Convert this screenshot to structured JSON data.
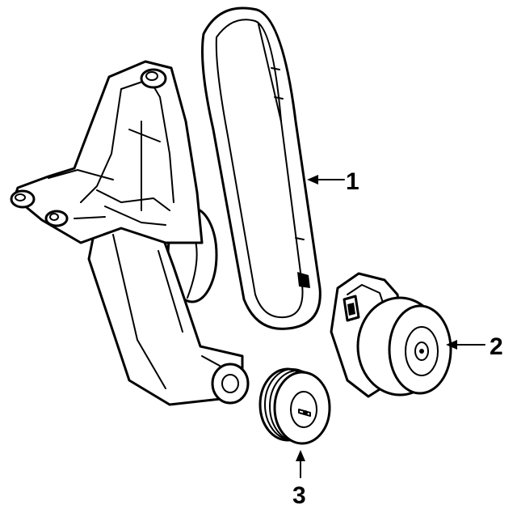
{
  "diagram": {
    "background": "#ffffff",
    "line_color": "#000000",
    "callouts": [
      {
        "number": "1",
        "part": "belt"
      },
      {
        "number": "2",
        "part": "tensioner-pulley"
      },
      {
        "number": "3",
        "part": "idler-pulley"
      }
    ]
  }
}
